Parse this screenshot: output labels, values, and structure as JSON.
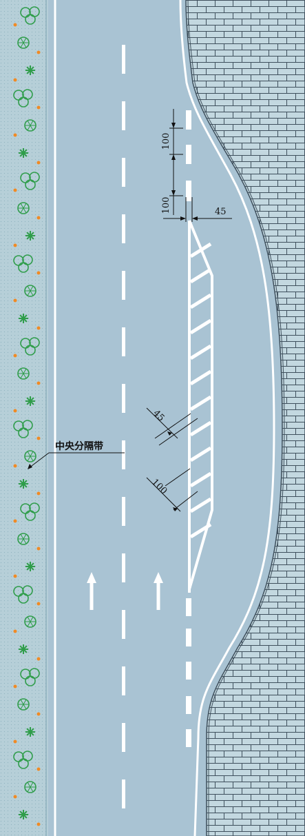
{
  "colors": {
    "road": "#a9c3d3",
    "median": "#b6cfd8",
    "paving": "#c3d8e0",
    "paving_lines": "#3e4f5c",
    "marking": "#ffffff",
    "plant_green": "#2f9d4a",
    "flower_orange": "#f08a24",
    "dimension_ink": "#111111"
  },
  "labels": {
    "median_label": "中央分隔带"
  },
  "dimensions": {
    "dash_length_upper": "100",
    "dash_gap": "100",
    "line_width": "45",
    "stripe_width": "45",
    "stripe_spacing": "100"
  },
  "icons": {
    "lane_arrow": "up-arrow",
    "plants": [
      "shrub-cluster",
      "flower-wheel",
      "star-shrub"
    ]
  }
}
